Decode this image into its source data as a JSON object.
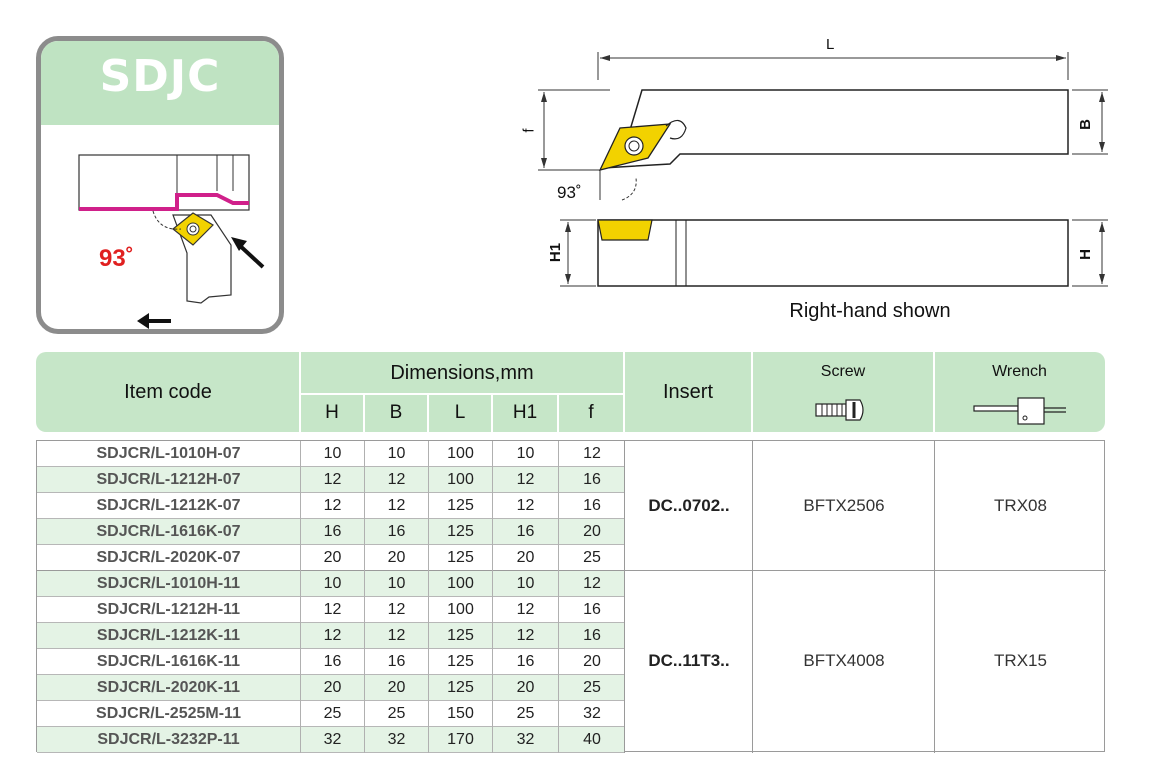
{
  "badge": {
    "title": "SDJC",
    "angle": "93˚"
  },
  "drawing": {
    "dim_L": "L",
    "dim_B": "B",
    "dim_f": "f",
    "dim_H": "H",
    "dim_H1": "H1",
    "angle": "93˚",
    "caption": "Right-hand shown"
  },
  "colors": {
    "header_green": "#c6e6c8",
    "row_green": "#e4f3e5",
    "insert_yellow": "#f2d200",
    "edge_magenta": "#d0208a",
    "angle_red": "#e02020"
  },
  "table": {
    "headers": {
      "item_code": "Item code",
      "dimensions": "Dimensions,mm",
      "insert": "Insert",
      "screw": "Screw",
      "wrench": "Wrench",
      "dims": [
        "H",
        "B",
        "L",
        "H1",
        "f"
      ]
    },
    "rows": [
      {
        "code": "SDJCR/L-1010H-07",
        "H": "10",
        "B": "10",
        "L": "100",
        "H1": "10",
        "f": "12"
      },
      {
        "code": "SDJCR/L-1212H-07",
        "H": "12",
        "B": "12",
        "L": "100",
        "H1": "12",
        "f": "16"
      },
      {
        "code": "SDJCR/L-1212K-07",
        "H": "12",
        "B": "12",
        "L": "125",
        "H1": "12",
        "f": "16"
      },
      {
        "code": "SDJCR/L-1616K-07",
        "H": "16",
        "B": "16",
        "L": "125",
        "H1": "16",
        "f": "20"
      },
      {
        "code": "SDJCR/L-2020K-07",
        "H": "20",
        "B": "20",
        "L": "125",
        "H1": "20",
        "f": "25"
      },
      {
        "code": "SDJCR/L-1010H-11",
        "H": "10",
        "B": "10",
        "L": "100",
        "H1": "10",
        "f": "12"
      },
      {
        "code": "SDJCR/L-1212H-11",
        "H": "12",
        "B": "12",
        "L": "100",
        "H1": "12",
        "f": "16"
      },
      {
        "code": "SDJCR/L-1212K-11",
        "H": "12",
        "B": "12",
        "L": "125",
        "H1": "12",
        "f": "16"
      },
      {
        "code": "SDJCR/L-1616K-11",
        "H": "16",
        "B": "16",
        "L": "125",
        "H1": "16",
        "f": "20"
      },
      {
        "code": "SDJCR/L-2020K-11",
        "H": "20",
        "B": "20",
        "L": "125",
        "H1": "20",
        "f": "25"
      },
      {
        "code": "SDJCR/L-2525M-11",
        "H": "25",
        "B": "25",
        "L": "150",
        "H1": "25",
        "f": "32"
      },
      {
        "code": "SDJCR/L-3232P-11",
        "H": "32",
        "B": "32",
        "L": "170",
        "H1": "32",
        "f": "40"
      }
    ],
    "groups": [
      {
        "insert": "DC..0702..",
        "screw": "BFTX2506",
        "wrench": "TRX08"
      },
      {
        "insert": "DC..11T3..",
        "screw": "BFTX4008",
        "wrench": "TRX15"
      }
    ]
  }
}
